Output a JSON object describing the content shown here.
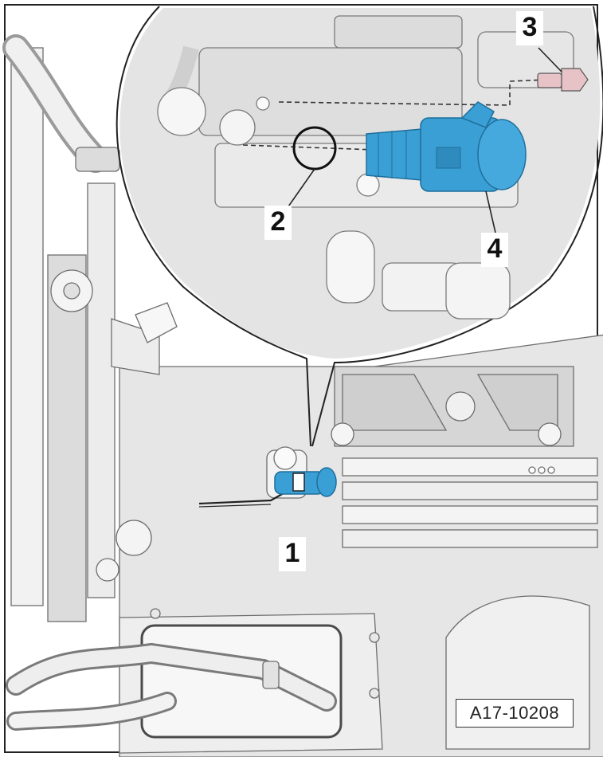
{
  "figure": {
    "callouts": [
      "1",
      "2",
      "3",
      "4"
    ],
    "figure_id": "A17-10208",
    "colors": {
      "sensor": "#3a9fd4",
      "sensor_dark": "#1f6f9c",
      "bolt": "#e7c3c8",
      "line": "#333333",
      "background": "#ffffff",
      "shading": "#d9d9d9"
    }
  }
}
